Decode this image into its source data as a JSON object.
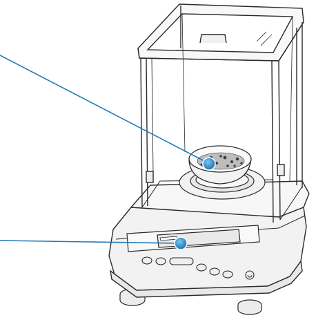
{
  "colors": {
    "line": "#2a2a2a",
    "callout": "#1f7ab8",
    "marker": "#1f84c6",
    "marker_highlight": "#6fb9e8",
    "glass": "#f6f8f9",
    "body": "#f2f2f2",
    "display": "#e9e9e9"
  },
  "callouts": [
    {
      "name": "weighing-pan-callout",
      "target": "sample-dish"
    },
    {
      "name": "display-callout",
      "target": "display-panel"
    }
  ],
  "keypad": {
    "keys": [
      "",
      "",
      "",
      "",
      "",
      "",
      "",
      ""
    ]
  }
}
